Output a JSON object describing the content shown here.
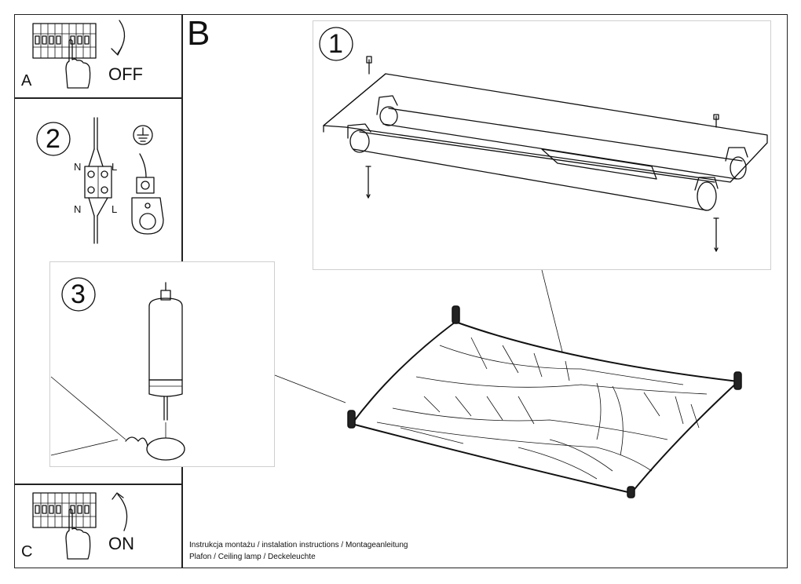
{
  "sections": {
    "a": {
      "letter": "A",
      "action": "OFF"
    },
    "b": {
      "letter": "B"
    },
    "c": {
      "letter": "C",
      "action": "ON"
    }
  },
  "steps": {
    "s1": "1",
    "s2": "2",
    "s3": "3"
  },
  "wiring": {
    "n_top": "N",
    "l_top": "L",
    "n_bottom": "N",
    "l_bottom": "L"
  },
  "caption": {
    "line1": "Instrukcja montażu / instalation instructions / Montageanleitung",
    "line2": "Plafon / Ceiling lamp / Deckeleuchte"
  }
}
